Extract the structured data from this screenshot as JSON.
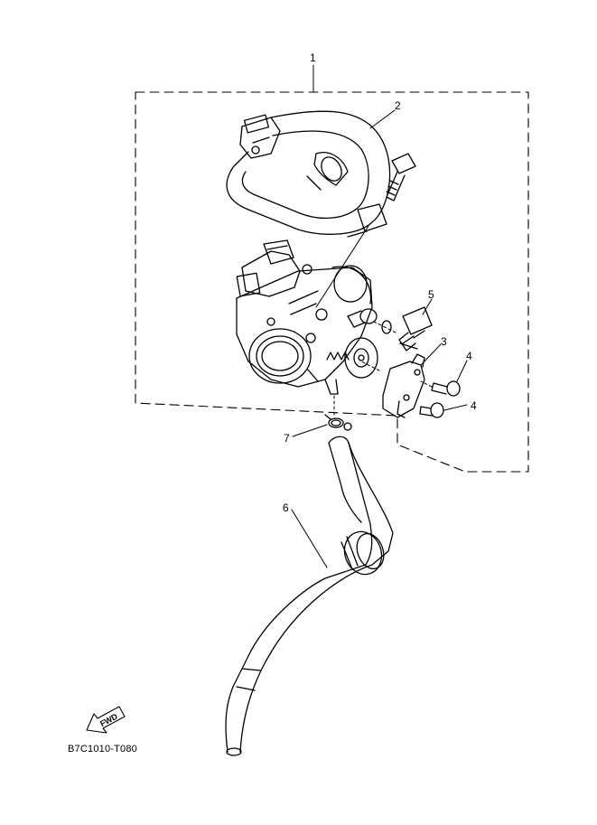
{
  "callouts": [
    "1",
    "2",
    "3",
    "4",
    "4",
    "5",
    "6",
    "7"
  ],
  "fwd_label": "FWD",
  "diagram_code": "B7C1010-T080",
  "colors": {
    "line": "#000000",
    "background": "#ffffff"
  }
}
